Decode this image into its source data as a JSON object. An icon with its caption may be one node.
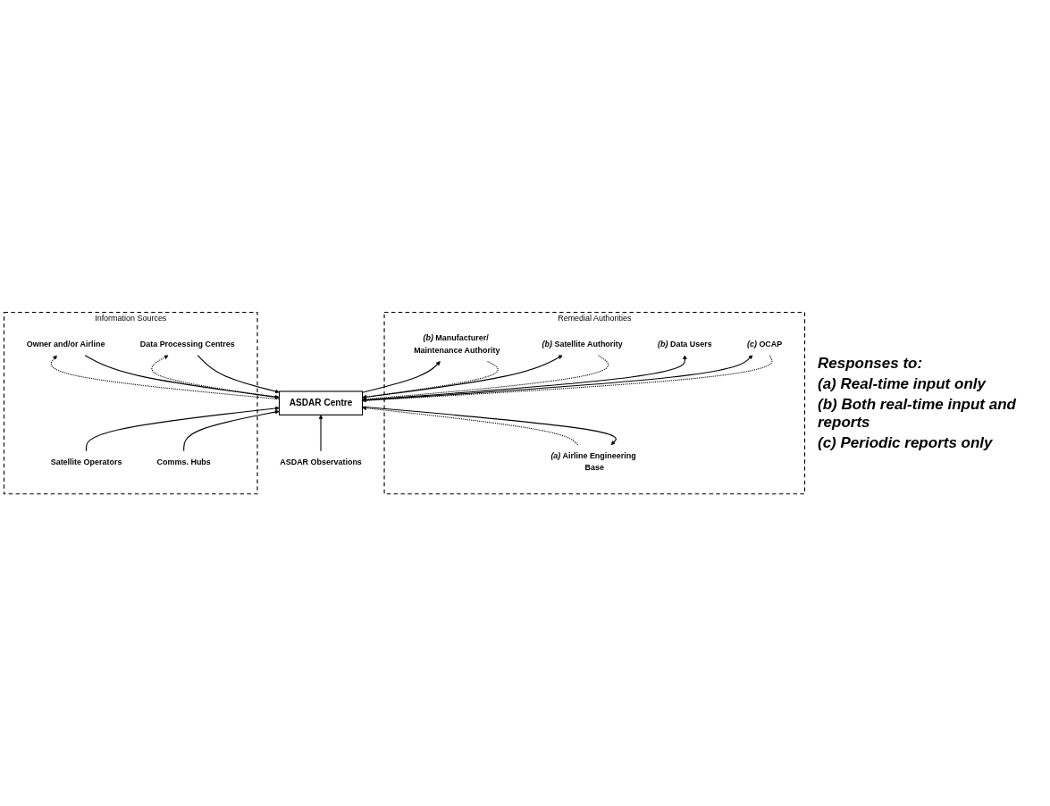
{
  "diagram": {
    "nodes": [
      {
        "text": [
          "Remedial Authorities"
        ]
      },
      {
        "text": [
          "Airline Engineering Base"
        ],
        "in": 0,
        "beside": [
          "(a)"
        ]
      },
      {
        "text": [
          "Manufacturer/ Maintenance Authority"
        ],
        "in": 0,
        "beside": [
          "(b)"
        ]
      },
      {
        "text": [
          "Satellite Authority"
        ],
        "in": 0,
        "beside": [
          "(b)"
        ]
      },
      {
        "text": [
          "Data Users"
        ],
        "in": 0,
        "beside": [
          "(b)"
        ]
      },
      {
        "text": [
          "OCAP"
        ],
        "in": 0,
        "beside": [
          "(c)"
        ]
      },
      {
        "text": [
          "ASDAR Observations"
        ]
      },
      {
        "text": [
          "ASDAR Centre"
        ]
      },
      {
        "text": [
          "Information Sources"
        ]
      },
      {
        "text": [
          "Owner and/or Airline"
        ],
        "in": 8
      },
      {
        "text": [
          "Satellite Operators"
        ],
        "in": 8
      },
      {
        "text": [
          "Comms. Hubs"
        ],
        "in": 8
      },
      {
        "text": [
          "Data Processing Centres"
        ],
        "in": 8
      }
    ],
    "edges": [
      {
        "from": 6,
        "to": 7,
        "arrow": "to"
      },
      {
        "from": 7,
        "to": 1,
        "arrow": "to"
      },
      {
        "from": 1,
        "to": 7,
        "arrow": "to",
        "style": "dashed"
      },
      {
        "from": 7,
        "to": 2,
        "arrow": "to"
      },
      {
        "from": 2,
        "to": 7,
        "arrow": "to",
        "style": "dashed"
      },
      {
        "from": 7,
        "to": 3,
        "arrow": "to"
      },
      {
        "from": 3,
        "to": 7,
        "arrow": "to",
        "style": "dashed"
      },
      {
        "from": 7,
        "to": 4,
        "arrow": "to"
      },
      {
        "from": 7,
        "to": 5,
        "arrow": "to"
      },
      {
        "from": 5,
        "to": 7,
        "arrow": "to",
        "style": "dashed"
      },
      {
        "from": 9,
        "to": 7,
        "arrow": "to"
      },
      {
        "from": 7,
        "to": 9,
        "arrow": "to",
        "style": "dashed"
      },
      {
        "from": 10,
        "to": 7,
        "arrow": "to"
      },
      {
        "from": 11,
        "to": 7,
        "arrow": "to"
      },
      {
        "from": 12,
        "to": 7,
        "arrow": "to"
      },
      {
        "from": 7,
        "to": 12,
        "arrow": "to",
        "style": "dashed"
      }
    ],
    "labels": [
      "Responses to:",
      "(a) Real-time input only",
      "(b) Both real-time input and reports",
      "(c) Periodic reports only"
    ]
  }
}
